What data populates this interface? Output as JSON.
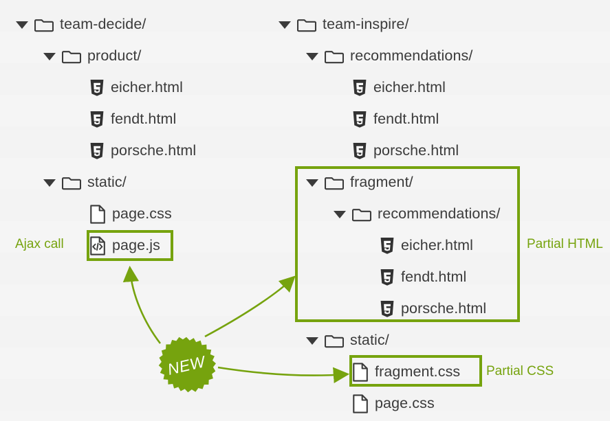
{
  "palette": {
    "accent_green": "#76a30e",
    "text_dark": "#3b3b3b",
    "background": "#f2f2f2",
    "stripe_light": "#f5f5f5",
    "stripe_dark": "#f3f3f3",
    "badge_text": "#ffffff"
  },
  "left_tree": {
    "name": "team-decide-tree",
    "rows": [
      {
        "label": "team-decide/",
        "icon": "folder-icon",
        "depth": 0,
        "expanded": true
      },
      {
        "label": "product/",
        "icon": "folder-icon",
        "depth": 1,
        "expanded": true
      },
      {
        "label": "eicher.html",
        "icon": "html5-icon",
        "depth": 2,
        "expanded": false
      },
      {
        "label": "fendt.html",
        "icon": "html5-icon",
        "depth": 2,
        "expanded": false
      },
      {
        "label": "porsche.html",
        "icon": "html5-icon",
        "depth": 2,
        "expanded": false
      },
      {
        "label": "static/",
        "icon": "folder-icon",
        "depth": 1,
        "expanded": true
      },
      {
        "label": "page.css",
        "icon": "file-icon",
        "depth": 2,
        "expanded": false
      },
      {
        "label": "page.js",
        "icon": "code-file-icon",
        "depth": 2,
        "expanded": false,
        "highlighted": true
      }
    ]
  },
  "right_tree": {
    "name": "team-inspire-tree",
    "rows": [
      {
        "label": "team-inspire/",
        "icon": "folder-icon",
        "depth": 0,
        "expanded": true
      },
      {
        "label": "recommendations/",
        "icon": "folder-icon",
        "depth": 1,
        "expanded": true
      },
      {
        "label": "eicher.html",
        "icon": "html5-icon",
        "depth": 2,
        "expanded": false
      },
      {
        "label": "fendt.html",
        "icon": "html5-icon",
        "depth": 2,
        "expanded": false
      },
      {
        "label": "porsche.html",
        "icon": "html5-icon",
        "depth": 2,
        "expanded": false
      },
      {
        "label": "fragment/",
        "icon": "folder-icon",
        "depth": 1,
        "expanded": true
      },
      {
        "label": "recommendations/",
        "icon": "folder-icon",
        "depth": 2,
        "expanded": true
      },
      {
        "label": "eicher.html",
        "icon": "html5-icon",
        "depth": 3,
        "expanded": false
      },
      {
        "label": "fendt.html",
        "icon": "html5-icon",
        "depth": 3,
        "expanded": false
      },
      {
        "label": "porsche.html",
        "icon": "html5-icon",
        "depth": 3,
        "expanded": false
      },
      {
        "label": "static/",
        "icon": "folder-icon",
        "depth": 1,
        "expanded": true
      },
      {
        "label": "fragment.css",
        "icon": "file-icon",
        "depth": 2,
        "expanded": false,
        "highlighted": true
      },
      {
        "label": "page.css",
        "icon": "file-icon",
        "depth": 2,
        "expanded": false
      }
    ]
  },
  "annotations": {
    "ajax_call": "Ajax call",
    "partial_html": "Partial HTML",
    "partial_css": "Partial CSS"
  },
  "badge": {
    "label": "NEW",
    "shape": "starburst-badge"
  },
  "arrows": [
    {
      "name": "arrow-new-to-pagejs",
      "from": "new-badge",
      "to": "page.js"
    },
    {
      "name": "arrow-new-to-fragment-dir",
      "from": "new-badge",
      "to": "fragment/"
    },
    {
      "name": "arrow-new-to-fragmentcss",
      "from": "new-badge",
      "to": "fragment.css"
    }
  ]
}
